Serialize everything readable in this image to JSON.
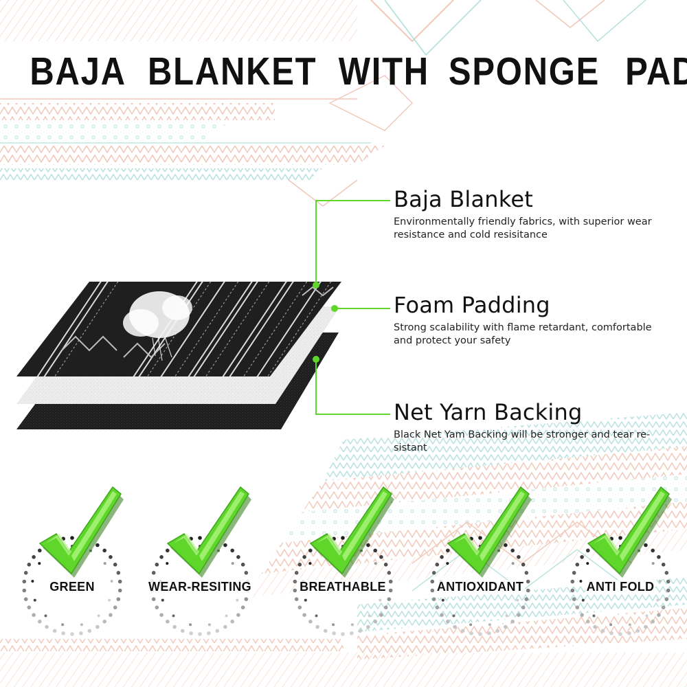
{
  "title": {
    "words": [
      "BAJA",
      "BLANKET",
      "WITH",
      "SPONGE",
      "PADDING"
    ]
  },
  "layers": [
    {
      "name": "Baja Blanket",
      "description_lines": [
        "Environmentally friendly fabrics, with superior wear",
        "resistance and cold resisitance"
      ]
    },
    {
      "name": "Foam Padding",
      "description_lines": [
        "Strong scalability with flame retardant, comfortable",
        "and protect your safety"
      ]
    },
    {
      "name": "Net Yarn Backing",
      "description_lines": [
        "Black Net Yam Backing will be stronger and tear re-",
        "sistant"
      ]
    }
  ],
  "badges": [
    {
      "label": "GREEN",
      "icon": "check-mark-icon"
    },
    {
      "label": "WEAR-RESITING",
      "icon": "check-mark-icon"
    },
    {
      "label": "BREATHABLE",
      "icon": "check-mark-icon"
    },
    {
      "label": "ANTIOXIDANT",
      "icon": "check-mark-icon"
    },
    {
      "label": "ANTI  FOLD",
      "icon": "check-mark-icon"
    }
  ],
  "colors": {
    "accent_green": "#5fd62a",
    "title_text": "#111111",
    "pattern_pink": "#f0c2b2",
    "pattern_teal": "#a9dcd8",
    "blanket_black": "#222222",
    "foam_white": "#eeeeee"
  }
}
